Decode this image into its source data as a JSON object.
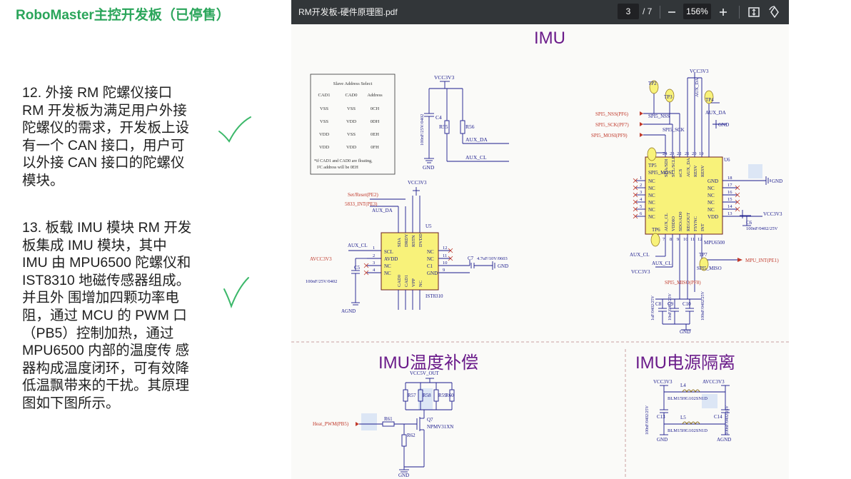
{
  "slide": {
    "title": "RoboMaster主控开发板（已停售）",
    "para12": [
      "12. 外接 RM 陀螺仪接口",
      "RM 开发板为满足用户外接",
      "陀螺仪的需求，开发板上设",
      "有一个 CAN 接口，用户可",
      "以外接 CAN 接口的陀螺仪",
      "模块。"
    ],
    "para13": [
      "13. 板载 IMU 模块 RM 开发",
      "板集成 IMU 模块，其中",
      "IMU 由 MPU6500 陀螺仪和",
      "IST8310 地磁传感器组成。",
      "并且外 围增加四颗功率电",
      "阻，通过 MCU 的 PWM 口",
      "（PB5）控制加热，通过",
      "MPU6500 内部的温度传 感",
      "器构成温度闭环，可有效降",
      "低温飘带来的干扰。其原理",
      "图如下图所示。"
    ]
  },
  "viewer": {
    "file_title": "RM开发板-硬件原理图.pdf",
    "current_page": "3",
    "total_pages": "/ 7",
    "zoom": "156%",
    "icons": {
      "zoom_out": "minus-icon",
      "zoom_in": "plus-icon",
      "fit": "fit-page-icon",
      "rotate": "rotate-icon"
    }
  },
  "schematic": {
    "section_imu": "IMU",
    "section_temp": "IMU温度补偿",
    "section_power": "IMU电源隔离",
    "slave_table": {
      "title": "Slave Address Select",
      "headers": [
        "CAD1",
        "CAD0",
        "Address"
      ],
      "rows": [
        [
          "VSS",
          "VSS",
          "0CH"
        ],
        [
          "VSS",
          "VDD",
          "0DH"
        ],
        [
          "VDD",
          "VSS",
          "0EH"
        ],
        [
          "VDD",
          "VDD",
          "0FH"
        ]
      ],
      "note1": "*if CAD1 and CAD0 are floating,",
      "note2": "I²C address will be 0EH"
    },
    "labels": {
      "vcc3v3": "VCC3V3",
      "avcc3v3": "AVCC3V3",
      "vcc5v_out": "VCC5V_OUT",
      "gnd": "GND",
      "agnd": "AGND",
      "c4": "C4",
      "c4_val": "100nF/25V/0402",
      "r55": "R55",
      "r56": "R56",
      "aux_da": "AUX_DA",
      "aux_cl": "AUX_CL",
      "set_reset": "Set/Reset(PE2)",
      "int5833": "5833_INT(PE3)",
      "u5": "U5",
      "ist8310": "IST8310",
      "c5": "C5",
      "c5_val": "100nF/25V/0402",
      "c7": "C7",
      "c7_val": "4.7uF/10V/0603",
      "u5_pins_left": [
        "SCL",
        "AVDD",
        "NC",
        "NC"
      ],
      "u5_pins_right": [
        "NC",
        "NC",
        "C1",
        "GND"
      ],
      "u5_pins_top": [
        "SDA",
        "DRDY",
        "RSTN",
        "DVDD"
      ],
      "u5_pins_bottom": [
        "CAD0",
        "CAD1",
        "VPP",
        "NC"
      ],
      "u5_pin_nums_left": [
        "1",
        "2",
        "3",
        "4"
      ],
      "u5_pin_nums_right": [
        "12",
        "11",
        "10",
        "9"
      ],
      "tp2": "TP2",
      "tp3": "TP3",
      "tp4": "TP4",
      "tp5": "TP5",
      "tp6": "TP6",
      "tp7": "TP7",
      "spi5_nss_pf6": "SPI5_NSS(PF6)",
      "spi5_sck_pf7": "SPI5_SCK(PF7)",
      "spi5_mosi_pf9": "SPI5_MOSI(PF9)",
      "spi5_nss": "SPI5_NSS",
      "spi5_sck": "SPI5_SCK",
      "spi5_mosi": "SPI5_MOSI",
      "spi5_miso": "SPI5_MISO",
      "spi5_miso_pf8": "SPI5_MISO(PF8)",
      "u6": "U6",
      "mpu6500": "MPU6500",
      "mpu_int": "MPU_INT(PE1)",
      "c6": "C6",
      "c6_val": "100nF/0402/25V",
      "u6_left": [
        "NC",
        "NC",
        "NC",
        "NC",
        "NC",
        "NC"
      ],
      "u6_left_nums": [
        "1",
        "2",
        "3",
        "4",
        "5",
        "6"
      ],
      "u6_right": [
        "GND",
        "NC",
        "NC",
        "NC",
        "NC",
        "VDD"
      ],
      "u6_right_nums": [
        "18",
        "17",
        "16",
        "15",
        "14",
        "13"
      ],
      "u6_top": [
        "SDA/SDI",
        "SCL/SCLK",
        "nCS",
        "AUX_DA",
        "RESV",
        "RESV"
      ],
      "u6_top_nums": [
        "24",
        "23",
        "22",
        "21",
        "20",
        "19"
      ],
      "u6_bottom": [
        "AUX_CL",
        "VDDIO",
        "SDO/AD0",
        "REGOUT",
        "FSYNC",
        "INT"
      ],
      "u6_bottom_nums": [
        "7",
        "8",
        "9",
        "10",
        "11",
        "12"
      ],
      "c8": "C8",
      "c9": "C9",
      "c10": "C10",
      "c8_val": "1uF/0402/25V",
      "c9_val": "10nF/0402/25V",
      "c10_val": "100nF/0402/25V",
      "r57": "R57",
      "r58": "R58",
      "r59": "R59",
      "r60": "R60",
      "r61": "R61",
      "r62": "R62",
      "q7": "Q7",
      "npmv31xn": "NPMV31XN",
      "heat_pwm": "Heat_PWM(PB5)",
      "l4": "L4",
      "l5": "L5",
      "blm_part": "BLM15HG102SN1D",
      "c13": "C13",
      "c14": "C14",
      "c13_val": "100nF/0402/25V",
      "c14_val": "100nF/0402/25V"
    }
  },
  "colors": {
    "title_green": "#2aa55a",
    "check_green": "#3cb86a",
    "toolbar": "#323639",
    "wire": "#1a1a8c",
    "net_red": "#c0392b",
    "section_purple": "#6a1b8a",
    "ic_yellow": "#f8f27a"
  }
}
